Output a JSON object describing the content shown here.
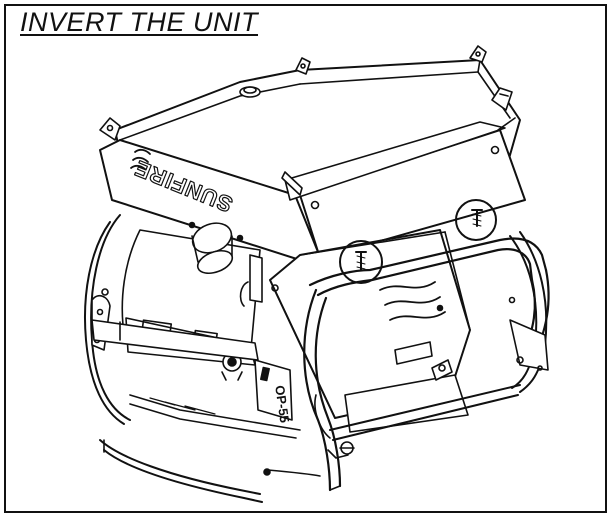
{
  "heading": {
    "text": "INVERT THE UNIT"
  },
  "illustration": {
    "brand_logo": "SUNFIRE",
    "panel_label": "OP-55",
    "icons": [
      "wave-logo-icon",
      "screw-icon",
      "callout-circle-icon"
    ],
    "colors": {
      "line": "#111111",
      "fill": "#ffffff",
      "shade": "#e8e8e8"
    }
  }
}
